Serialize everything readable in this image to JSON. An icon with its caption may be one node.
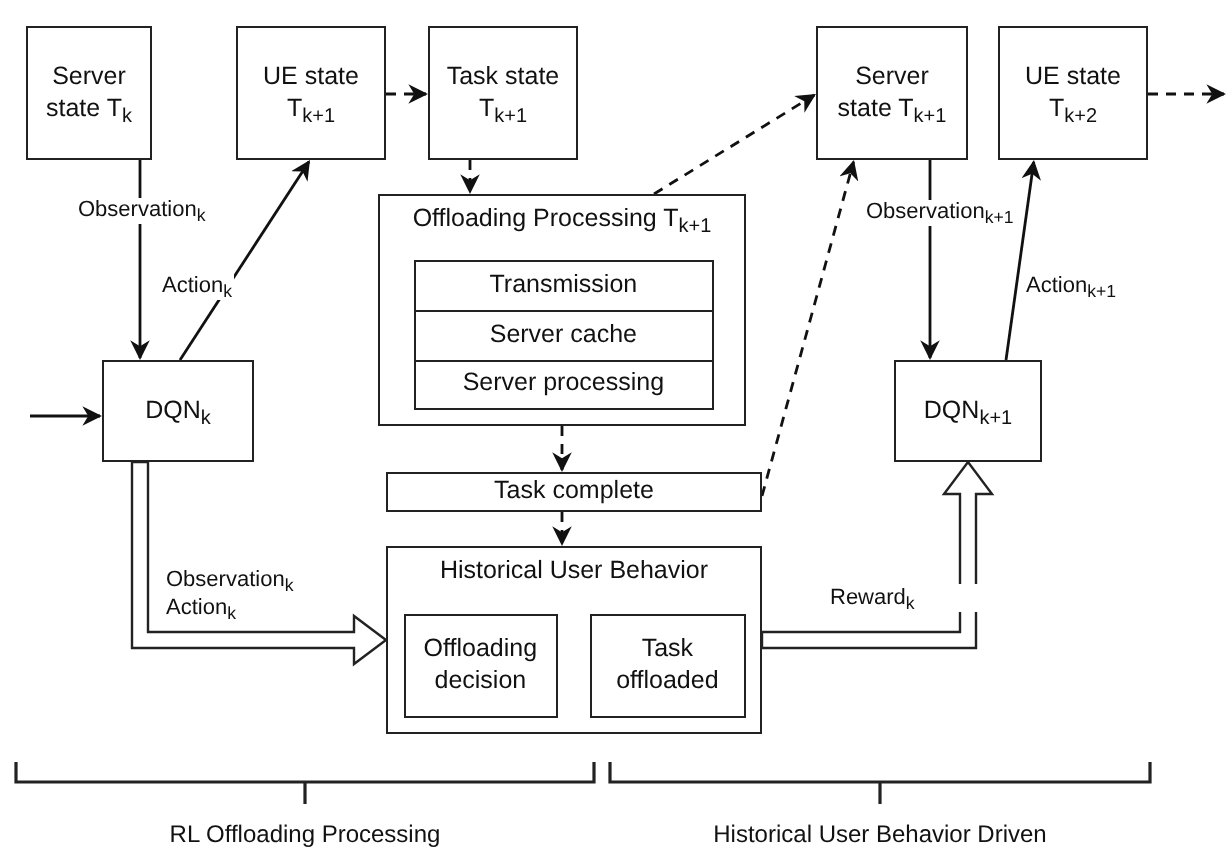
{
  "diagram": {
    "nodes": [
      {
        "text": [
          "Server state T$_{k}$"
        ]
      },
      {
        "text": [
          "UE state T$_{k+1}$"
        ]
      },
      {
        "text": [
          "Task state T$_{k+1}$"
        ]
      },
      {
        "text": [
          "Offloading Processing T$_{k+1}$"
        ]
      },
      {
        "text": [
          "Transmission"
        ],
        "in": 3
      },
      {
        "text": [
          "Server cache"
        ],
        "in": 3
      },
      {
        "text": [
          "Server processing"
        ],
        "in": 3
      },
      {
        "text": [
          "DQN$_{k}$"
        ]
      },
      {
        "text": [
          "Task complete"
        ]
      },
      {
        "text": [
          "Historical User Behavior"
        ]
      },
      {
        "text": [
          "Offloading decision"
        ],
        "in": 9
      },
      {
        "text": [
          "Task offloaded"
        ],
        "in": 9
      },
      {
        "text": [
          "Server state T$_{k+1}$"
        ]
      },
      {
        "text": [
          "UE state T$_{k+2}$"
        ]
      },
      {
        "text": [
          "DQN$_{k+1}$"
        ]
      }
    ],
    "edges": [
      {
        "from": 0,
        "to": 7,
        "arrow": "to",
        "label": "Observation$_{k}$"
      },
      {
        "from": 7,
        "to": 1,
        "arrow": "to",
        "label": "Action$_{k}$"
      },
      {
        "from": 1,
        "to": 2,
        "arrow": "to",
        "style": "dashed"
      },
      {
        "from": 2,
        "to": 3,
        "arrow": "to",
        "style": "dashed"
      },
      {
        "from": 3,
        "to": 8,
        "arrow": "to",
        "style": "dashed"
      },
      {
        "from": 8,
        "to": 9,
        "arrow": "to",
        "style": "dashed"
      },
      {
        "from": 3,
        "to": 12,
        "arrow": "to",
        "style": "dashed"
      },
      {
        "from": 8,
        "to": 12,
        "arrow": "to",
        "style": "dashed"
      },
      {
        "from": 12,
        "to": 14,
        "arrow": "to",
        "label": "Observation$_{k+1}$"
      },
      {
        "from": 14,
        "to": 13,
        "arrow": "to",
        "label": "Action$_{k+1}$"
      },
      {
        "from": 13,
        "to": null,
        "arrow": "to",
        "style": "dashed"
      },
      {
        "from": null,
        "to": 7,
        "arrow": "to"
      },
      {
        "from": 7,
        "to": 9,
        "arrow": "to",
        "style": "thick",
        "label": "Observation$_{k}$ Action$_{k}$"
      },
      {
        "from": 9,
        "to": 14,
        "arrow": "to",
        "style": "thick",
        "label": "Reward$_{k}$"
      }
    ],
    "labels": [
      "RL Offloading Processing",
      "Historical User Behavior Driven"
    ]
  }
}
